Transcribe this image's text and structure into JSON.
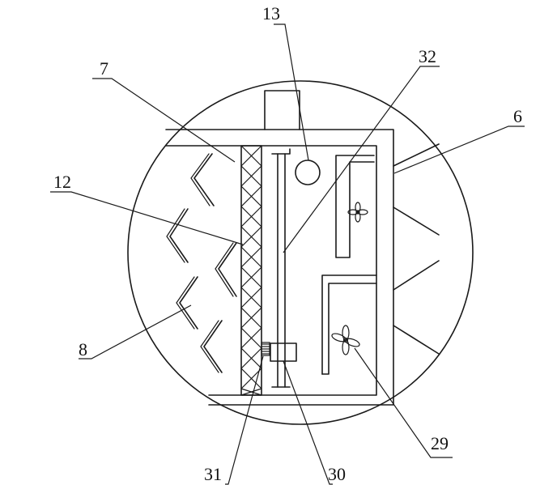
{
  "labels": {
    "l13": "13",
    "l32": "32",
    "l7": "7",
    "l6": "6",
    "l12": "12",
    "l8": "8",
    "l29": "29",
    "l31": "31",
    "l30": "30"
  }
}
